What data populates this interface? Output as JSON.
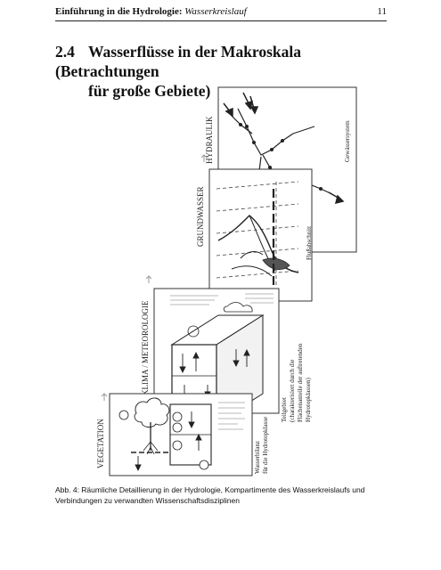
{
  "header": {
    "title_bold": "Einführung in die Hydrologie:",
    "title_italic": "Wasserkreislauf",
    "page_number": "11"
  },
  "section": {
    "number": "2.4",
    "title_line1": "Wasserflüsse in der Makroskala (Betrachtungen",
    "title_line2": "für große Gebiete)"
  },
  "figure": {
    "panels": {
      "vegetation": "VEGETATION",
      "klima": "KLIMA / METEOROLOGIE",
      "grundwasser": "GRUNDWASSER",
      "hydraulik": "HYDRAULIK"
    },
    "labels": {
      "wasserbilanz": [
        "Wasserbilanz",
        "für die Hydrotopklasse"
      ],
      "teilgebiet": [
        "Teilgebiet",
        "(charakterisiert durch die",
        "Flächenanteile der auftretenden",
        "Hydrotopklassen)"
      ],
      "flussabschnitt": "Flußabschnitt",
      "gewaessersystem": "Gewässersystem"
    }
  },
  "caption": {
    "text": "Abb. 4: Räumliche Detaillierung in der Hydrologie, Kompartimente des Wasserkreislaufs und Verbindungen zu verwandten Wissenschaftsdisziplinen"
  }
}
